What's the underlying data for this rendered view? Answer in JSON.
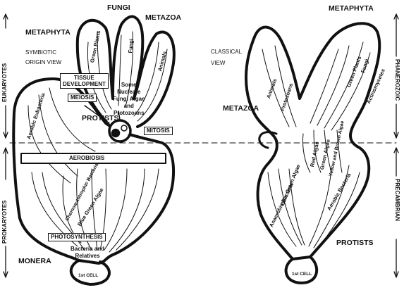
{
  "left_panel": {
    "fungi": "FUNGI",
    "metazoa": "METAZOA",
    "metaphyta": "METAPHYTA",
    "symbiotic_view_line1": "SYMBIOTIC",
    "symbiotic_view_line2": "ORIGIN VIEW",
    "green_plants": "Green Plants",
    "fungi_lobe": "Fungi",
    "animals": "Animals",
    "tissue_development_line1": "TISSUE",
    "tissue_development_line2": "DEVELOPMENT",
    "meiosis": "MEIOSIS",
    "nucleate_line1": "Some",
    "nucleate_line2": "Nucleate",
    "nucleate_line3": "Fungi Algae",
    "nucleate_line4": "and",
    "nucleate_line5": "Protozoans",
    "protists": "PROTISTS",
    "mitosis": "MITOSIS",
    "aerobic_eubacteria": "Aerobic Eubacteria",
    "aerobiosis": "AEROBIOSIS",
    "chemoautotrophic": "Chemoautotrophic Bacteria",
    "blue_green_algae": "Blue Green Algae",
    "photosynthesis": "PHOTOSYNTHESIS",
    "bacteria_relatives_line1": "Bacteria and",
    "bacteria_relatives_line2": "Relatives",
    "monera": "MONERA",
    "first_cell": "1st CELL"
  },
  "right_panel": {
    "metaphyta": "METAPHYTA",
    "classical_line1": "CLASSICAL",
    "classical_line2": "VIEW",
    "animals": "Animals",
    "protozoans": "Protozoans",
    "green_plants": "Green Plants",
    "fungi": "Fungi",
    "actinomycetes": "Actinomycetes",
    "metazoa": "METAZOA",
    "red_algae": "Red Algae",
    "green_algae": "Green Algae",
    "yellow_brown_algae": "Yellow and Brown Algae",
    "blue_green_algae": "Blue Green Algae",
    "anaerobic_bacteria": "Anaerobic Bacteria",
    "aerobic_bacteria": "Aerobic Bacteria",
    "protists": "PROTISTS",
    "first_cell": "1st CELL"
  },
  "timeline": {
    "eukaryotes": "EUKARYOTES",
    "prokaryotes": "PROKARYOTES",
    "phanerozoic": "PHANEROZOIC",
    "precambrian": "PRECAMBRIAN"
  }
}
